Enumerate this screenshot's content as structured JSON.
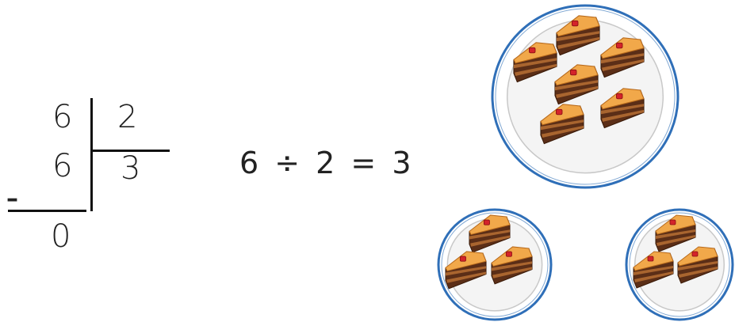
{
  "long_division": {
    "dividend": "6",
    "divisor": "2",
    "product": "6",
    "quotient": "3",
    "minus_sign": "–",
    "remainder": "0"
  },
  "equation": {
    "text": "6 ÷ 2 = 3",
    "dividend": 6,
    "divisor": 2,
    "quotient": 3
  },
  "illustration": {
    "item": "cake-slice",
    "big_plate_slices": 6,
    "small_plates": [
      {
        "slices": 3
      },
      {
        "slices": 3
      }
    ],
    "colors": {
      "plate_rim": "#2f6fb8",
      "plate_fill": "#f4f4f4",
      "cake_top": "#f1a84a",
      "cake_side": "#5b2e17",
      "cake_layer": "#a9652f",
      "cherry": "#d4232a"
    }
  }
}
